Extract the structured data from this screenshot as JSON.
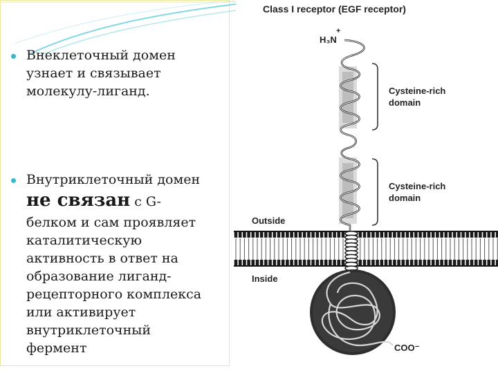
{
  "bullet1": {
    "lines": [
      "Внеклеточный домен",
      "узнает и связывает",
      "молекулу-лиганд."
    ]
  },
  "bullet2": {
    "line1": "Внутриклеточный домен",
    "emphasis": "не связан",
    "emphasis_tail": " с G-",
    "lines": [
      "белком и сам проявляет",
      "каталитическую",
      "активность в ответ на",
      "образование лиганд-",
      "рецепторного комплекса",
      "или активирует",
      "внутриклеточный",
      "фермент"
    ]
  },
  "figure": {
    "title": "Class I receptor (EGF receptor)",
    "n_terminus": "H₃N",
    "n_plus": "+",
    "domain1_line1": "Cysteine-rich",
    "domain1_line2": "domain",
    "domain2_line1": "Cysteine-rich",
    "domain2_line2": "domain",
    "outside": "Outside",
    "inside": "Inside",
    "c_terminus": "COO⁻"
  },
  "colors": {
    "bullet": "#38b8c8",
    "accent_lines": "#4cc8d8",
    "panel_border": "#e8e8a0"
  }
}
